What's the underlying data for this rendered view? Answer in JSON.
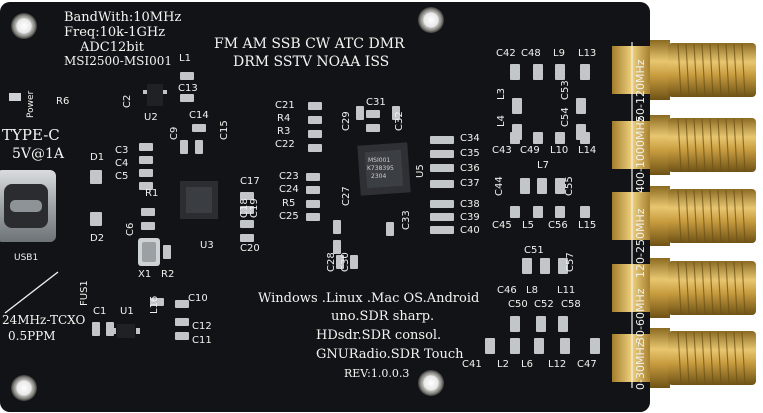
{
  "colors": {
    "board": "#0d0e10",
    "silkscreen": "#f2f2f0",
    "gold": "#c9a24a",
    "pad": "#bfc2c4"
  },
  "header_specs": {
    "bandwidth": "BandWith:10MHz",
    "freq": "Freq:10k-1GHz",
    "adc": "ADC12bit",
    "chips": "MSI2500-MSI001"
  },
  "modes": {
    "line1": "FM  AM  SSB  CW  ATC  DMR",
    "line2": "DRM  SSTV  NOAA  ISS"
  },
  "power": {
    "label": "Power",
    "connector": "TYPE-C",
    "rating": "5V@1A",
    "usb_label": "USB1"
  },
  "oscillator": {
    "label": "24MHz-TCXO",
    "ppm": "0.5PPM"
  },
  "software": {
    "line1": "Windows .Linux .Mac OS.Android",
    "line2": "uno.SDR sharp.",
    "line3": "HDsdr.SDR consol.",
    "line4": "GNURadio.SDR Touch",
    "rev": "REV:1.0.0.3"
  },
  "bands": [
    {
      "label": "50-120MHz"
    },
    {
      "label": "400-1000MHz"
    },
    {
      "label": "120-250MHz"
    },
    {
      "label": "30-60MHz"
    },
    {
      "label": "0-30MHz"
    }
  ],
  "designators": {
    "R6": "R6",
    "C2": "C2",
    "L1": "L1",
    "C13": "C13",
    "U2": "U2",
    "C14": "C14",
    "C9": "C9",
    "C15": "C15",
    "D1": "D1",
    "C3": "C3",
    "C4": "C4",
    "C5": "C5",
    "R1": "R1",
    "C6": "C6",
    "D2": "D2",
    "U3": "U3",
    "X1": "X1",
    "R2": "R2",
    "FUS1": "FUS1",
    "C1": "C1",
    "U1": "U1",
    "L16": "L16",
    "C10": "C10",
    "C12": "C12",
    "C11": "C11",
    "C17": "C17",
    "C18": "C18",
    "C19": "C19",
    "C20": "C20",
    "C21": "C21",
    "R4": "R4",
    "R3": "R3",
    "C22": "C22",
    "C31": "C31",
    "C29": "C29",
    "C32": "C32",
    "C23": "C23",
    "C24": "C24",
    "R5": "R5",
    "C25": "C25",
    "C27": "C27",
    "C28": "C28",
    "C30": "C30",
    "C33": "C33",
    "U5": "U5",
    "C34": "C34",
    "C35": "C35",
    "C36": "C36",
    "C37": "C37",
    "C38": "C38",
    "C39": "C39",
    "C40": "C40",
    "C42": "C42",
    "C48": "C48",
    "L9": "L9",
    "L13": "L13",
    "L3": "L3",
    "L4": "L4",
    "C53": "C53",
    "C54": "C54",
    "C43": "C43",
    "C49": "C49",
    "L10": "L10",
    "L14": "L14",
    "L7": "L7",
    "C44": "C44",
    "C55": "C55",
    "C45": "C45",
    "L5": "L5",
    "C56": "C56",
    "L15": "L15",
    "C51": "C51",
    "C57": "C57",
    "C46": "C46",
    "L8": "L8",
    "L11": "L11",
    "C50": "C50",
    "C52": "C52",
    "C58": "C58",
    "C41": "C41",
    "L2": "L2",
    "L6": "L6",
    "L12": "L12",
    "C47": "C47",
    "MSI_chip": "MSI001",
    "MSI_lot": "K738395",
    "MSI_date": "2304"
  }
}
